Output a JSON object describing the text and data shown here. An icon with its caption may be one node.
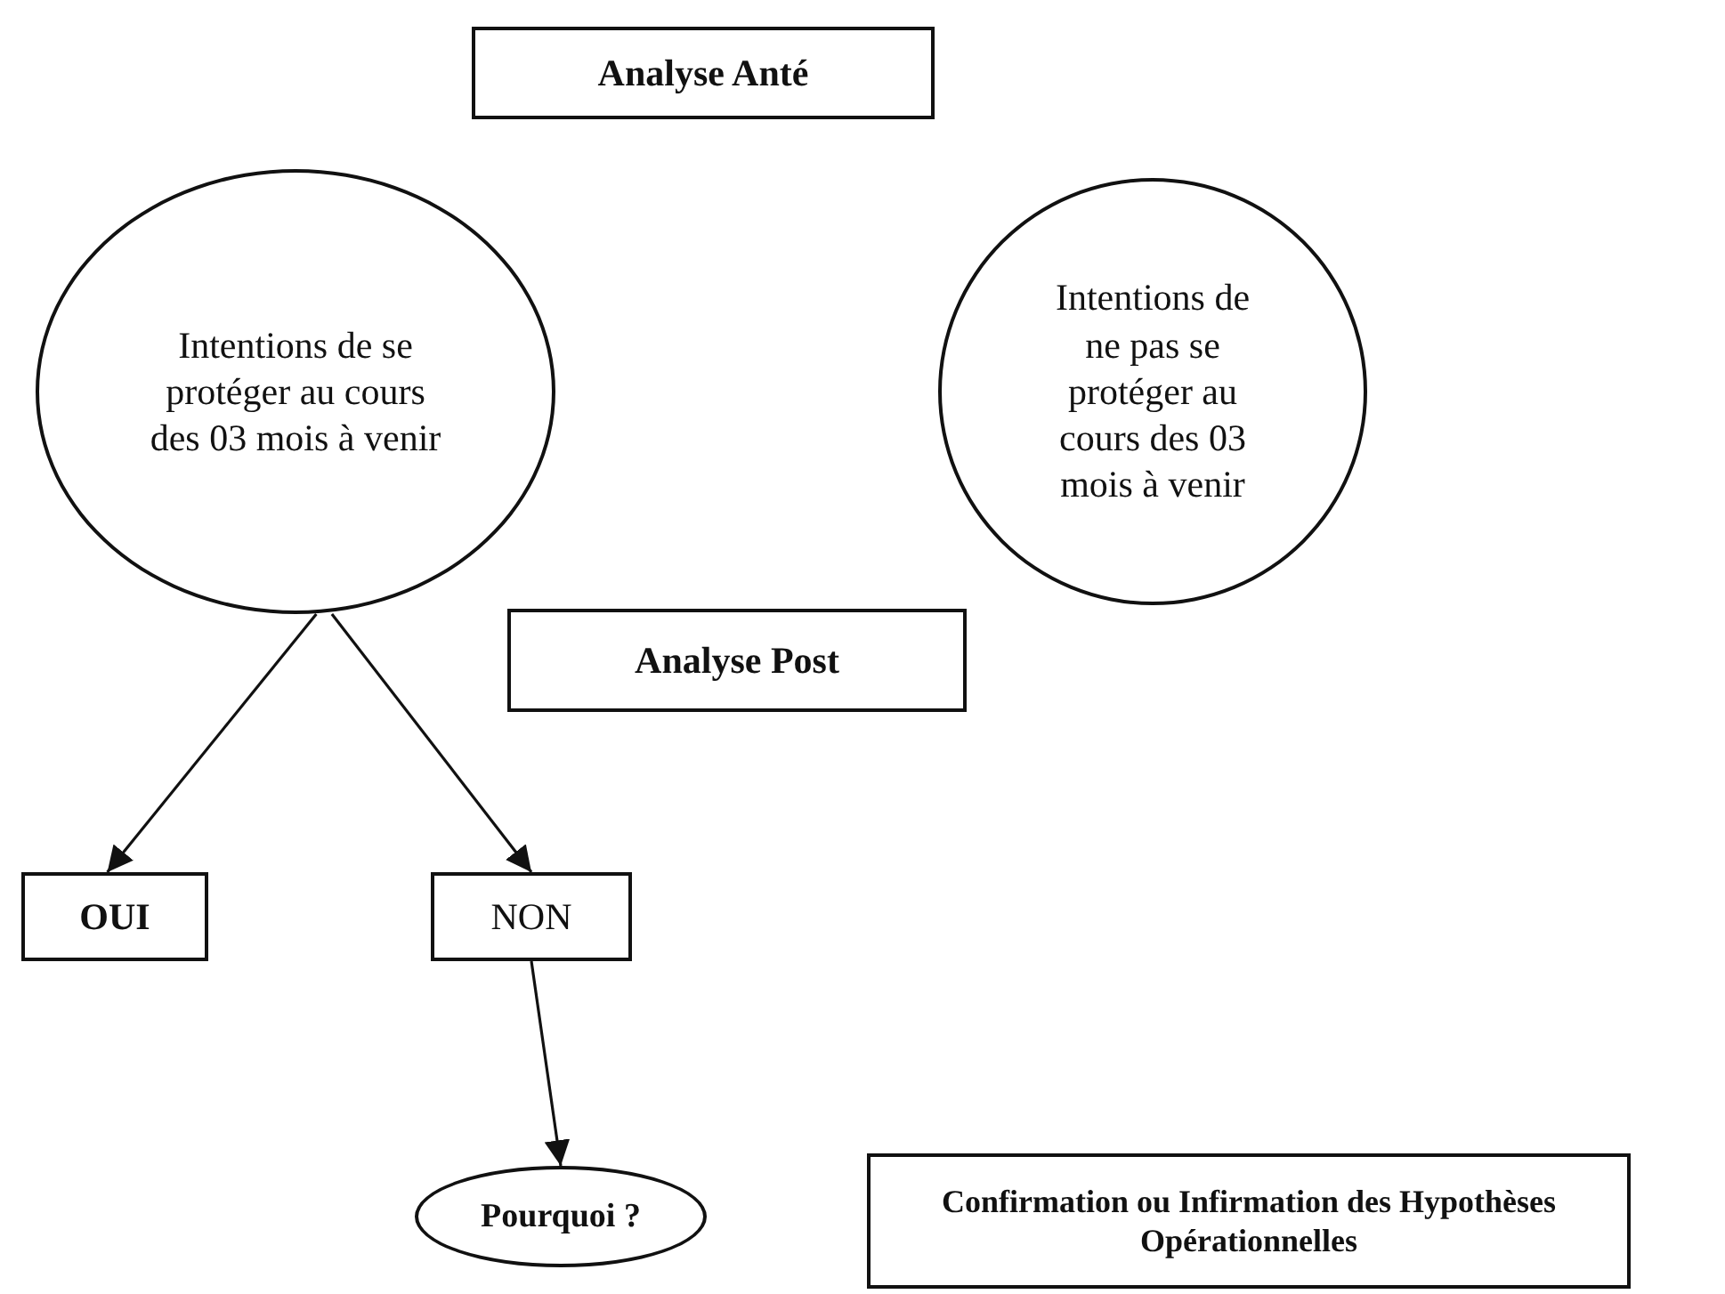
{
  "diagram": {
    "nodes": [
      {
        "text": [
          "Analyse Anté"
        ]
      },
      {
        "text": [
          "Intentions de se protéger au cours des 03 mois à venir"
        ]
      },
      {
        "text": [
          "Intentions de ne pas se protéger au cours des 03 mois à venir"
        ]
      },
      {
        "text": [
          "Analyse Post"
        ]
      },
      {
        "text": [
          "OUI"
        ]
      },
      {
        "text": [
          "NON"
        ]
      },
      {
        "text": [
          "Pourquoi ?"
        ]
      },
      {
        "text": [
          "Confirmation ou Infirmation des Hypothèses Opérationnelles"
        ]
      }
    ],
    "edges": [
      {
        "from": 1,
        "to": 4,
        "arrow": "to"
      },
      {
        "from": 1,
        "to": 5,
        "arrow": "to"
      },
      {
        "from": 5,
        "to": 6,
        "arrow": "to"
      }
    ]
  }
}
